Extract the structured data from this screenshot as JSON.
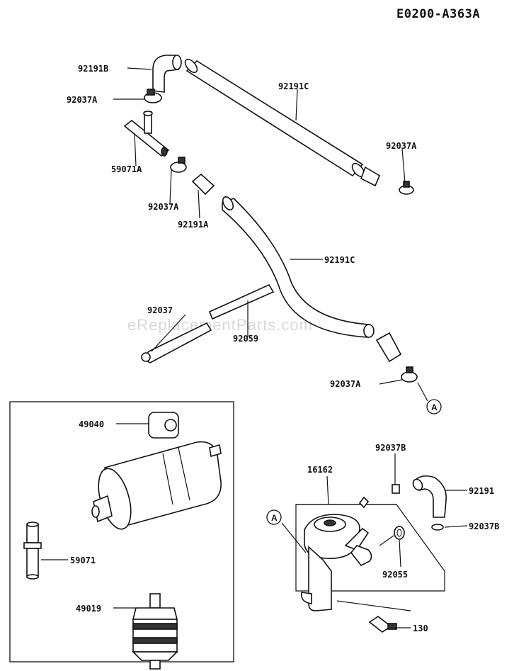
{
  "diagram_code": "E0200-A363A",
  "watermark": "eReplacementParts.com",
  "callouts": {
    "hose_92191b": "92191B",
    "clamp_92037a_1": "92037A",
    "joint_59071a": "59071A",
    "clamp_92037a_2": "92037A",
    "hose_92191a": "92191A",
    "hose_92191c_top": "92191C",
    "clamp_92037a_3": "92037A",
    "hose_92191c_mid": "92191C",
    "clamp_92037": "92037",
    "tube_92059": "92059",
    "clamp_92037a_4": "92037A",
    "pump_49040": "49040",
    "joint_59071": "59071",
    "filter_49019": "49019",
    "regulator_16162": "16162",
    "clamp_92037b_1": "92037B",
    "hose_92191": "92191",
    "clamp_92037b_2": "92037B",
    "oring_92055": "92055",
    "bolt_130": "130"
  },
  "ref_markers": {
    "a1": "A",
    "a2": "A"
  }
}
